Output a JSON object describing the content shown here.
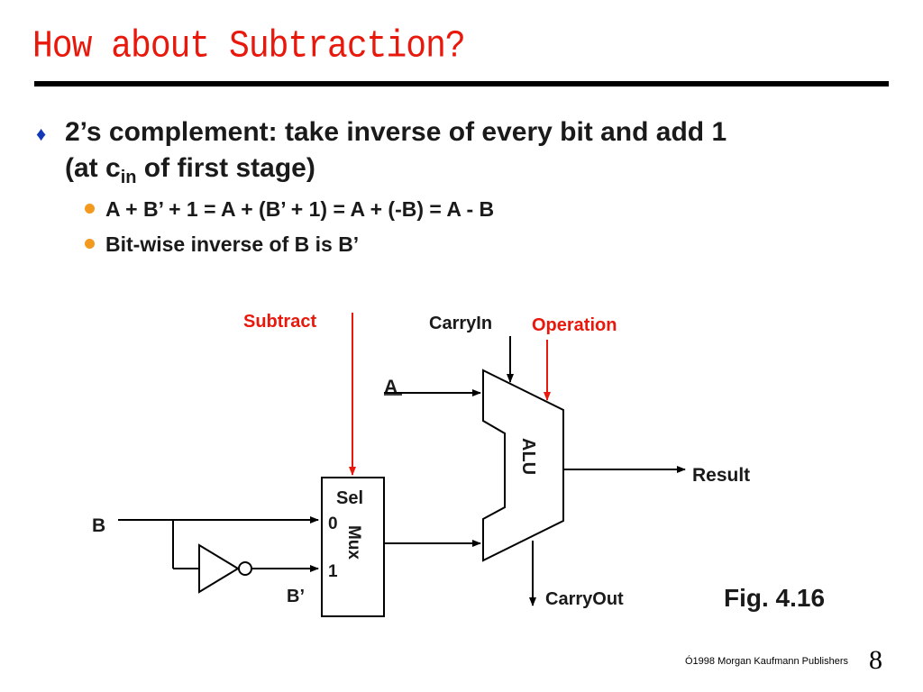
{
  "slide": {
    "title": "How about Subtraction?",
    "bullet1_line1": "2’s complement: take inverse of every bit and add 1",
    "bullet1_line2_pre": "(at c",
    "bullet1_line2_sub": "in",
    "bullet1_line2_post": " of first stage)",
    "sub_bullets": [
      "A + B’ + 1 = A + (B’ + 1) = A + (-B) = A - B",
      "Bit-wise inverse of B is B’"
    ]
  },
  "diagram": {
    "subtract_label": "Subtract",
    "carryin_label": "CarryIn",
    "operation_label": "Operation",
    "a_label": "A",
    "alu_label": "ALU",
    "result_label": "Result",
    "b_label": "B",
    "sel_label": "Sel",
    "mux_label": "Mux",
    "mux_in0": "0",
    "mux_in1": "1",
    "bprime_label": "B’",
    "carryout_label": "CarryOut",
    "fig_label": "Fig. 4.16",
    "colors": {
      "accent_red": "#e8190c",
      "line": "#000000"
    }
  },
  "footer": {
    "copyright": "Ó1998 Morgan Kaufmann Publishers",
    "page": "8"
  }
}
